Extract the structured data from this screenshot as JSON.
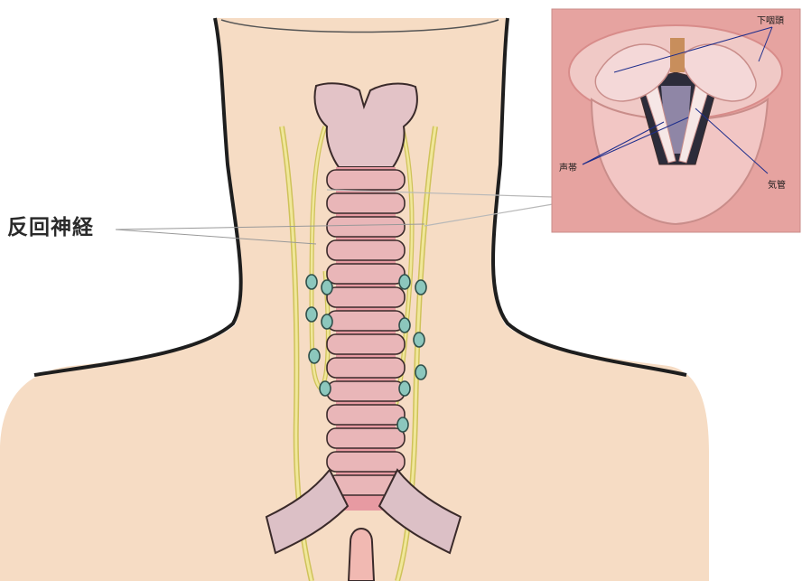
{
  "labels": {
    "main": "反回神経",
    "inset_hypopharynx": "下咽頭",
    "inset_vocal_cords": "声帯",
    "inset_trachea": "気管"
  },
  "colors": {
    "skin": "#f6dcc4",
    "outline": "#1e1e1e",
    "cartilage": "#e3c3c7",
    "trachea_ring": "#e9b6b8",
    "trachea_core": "#e79aa2",
    "nerve": "#e9e08a",
    "lymph_node": "#8cc7bd",
    "inset_bg": "#e6a3a0",
    "inset_pointer": "#1d2d8c"
  }
}
